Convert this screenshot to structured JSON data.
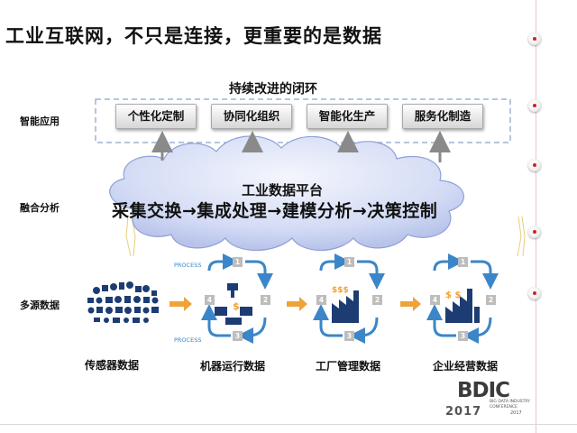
{
  "title": "工业互联网，不只是连接，更重要的是数据",
  "loop_title": "持续改进的闭环",
  "row_labels": {
    "apps": "智能应用",
    "analysis": "融合分析",
    "sources": "多源数据"
  },
  "apps": [
    "个性化定制",
    "协同化组织",
    "智能化生产",
    "服务化制造"
  ],
  "platform": {
    "name": "工业数据平台",
    "pipeline": "采集交换→集成处理→建模分析→决策控制"
  },
  "stages": [
    "传感器数据",
    "机器运行数据",
    "工厂管理数据",
    "企业经营数据"
  ],
  "process_tag": "PROCESS",
  "steps": [
    "1",
    "2",
    "3",
    "4"
  ],
  "logo": {
    "brand": "BDIC",
    "line1": "BIG DATA INDUSTRY",
    "line2": "CONFERENCE",
    "year": "2017",
    "year_small": "2017"
  },
  "colors": {
    "accent_red": "#d32020",
    "cycle_blue": "#3b86c8",
    "arrow_orange": "#f0a23a",
    "cloud": "#c9d4f3",
    "icon_navy": "#1d3c73"
  }
}
